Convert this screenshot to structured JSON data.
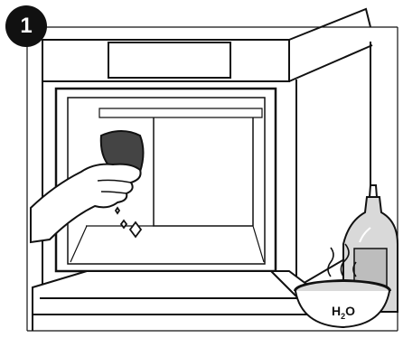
{
  "step": {
    "number": "1"
  },
  "bowl": {
    "label_main": "H",
    "label_sub": "2",
    "label_end": "O"
  },
  "icons": {
    "oven": "oven-cavity-icon",
    "hand": "hand-with-cloth-icon",
    "bottle": "detergent-bottle-icon",
    "bowl": "water-bowl-icon",
    "sparkles": "sparkle-icon"
  },
  "colors": {
    "line": "#111111",
    "light_gray": "#d9d9d9",
    "mid_gray": "#bdbdbd",
    "dark_gray": "#444444"
  }
}
